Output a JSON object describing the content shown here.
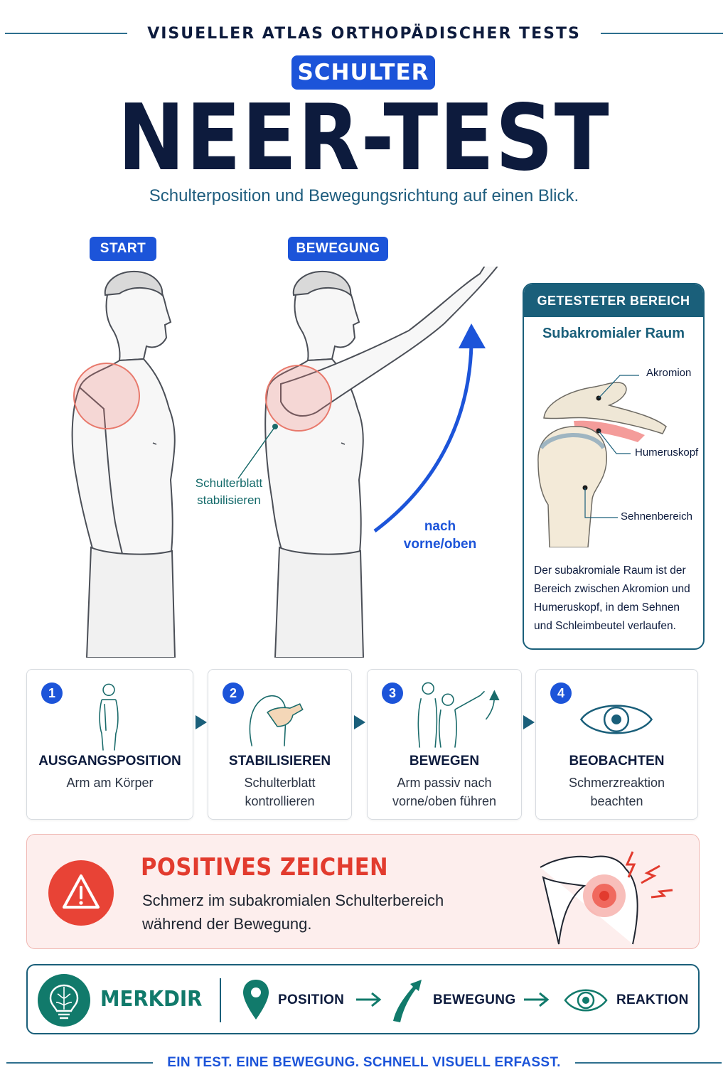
{
  "header": {
    "supertitle": "VISUELLER ATLAS ORTHOPÄDISCHER TESTS",
    "region": "SCHULTER",
    "title": "NEER-TEST",
    "subtitle": "Schulterposition und Bewegungsrichtung auf einen Blick."
  },
  "figure": {
    "start_label": "START",
    "movement_label": "BEWEGUNG",
    "scapula_note_line1": "Schulterblatt",
    "scapula_note_line2": "stabilisieren",
    "direction_line1": "nach",
    "direction_line2": "vorne/oben"
  },
  "tested_area": {
    "header": "GETESTETER BEREICH",
    "name": "Subakromialer Raum",
    "labels": {
      "acromion": "Akromion",
      "humeral_head": "Humeruskopf",
      "tendon_area": "Sehnenbereich"
    },
    "description": "Der subakromiale Raum ist der Bereich zwischen Akromion und Humeruskopf, in dem Sehnen und Schleimbeutel verlaufen."
  },
  "steps": [
    {
      "num": "1",
      "title": "AUSGANGSPOSITION",
      "line1": "Arm am Körper",
      "line2": ""
    },
    {
      "num": "2",
      "title": "STABILISIEREN",
      "line1": "Schulterblatt",
      "line2": "kontrollieren"
    },
    {
      "num": "3",
      "title": "BEWEGEN",
      "line1": "Arm passiv nach",
      "line2": "vorne/oben führen"
    },
    {
      "num": "4",
      "title": "BEOBACHTEN",
      "line1": "Schmerzreaktion",
      "line2": "beachten"
    }
  ],
  "positive": {
    "title": "POSITIVES ZEICHEN",
    "line1": "Schmerz im subakromialen Schulterbereich",
    "line2": "während der Bewegung."
  },
  "merkdir": {
    "title": "MERKDIR",
    "position": "POSITION",
    "movement": "BEWEGUNG",
    "reaction": "REAKTION"
  },
  "footer": "EIN TEST. EINE BEWEGUNG. SCHNELL VISUELL ERFASST.",
  "colors": {
    "navy": "#0d1b3d",
    "blue": "#1c54d9",
    "teal": "#1a5f7a",
    "green": "#117a6b",
    "red": "#e23b2e",
    "pink_bg": "#fdeeed"
  }
}
